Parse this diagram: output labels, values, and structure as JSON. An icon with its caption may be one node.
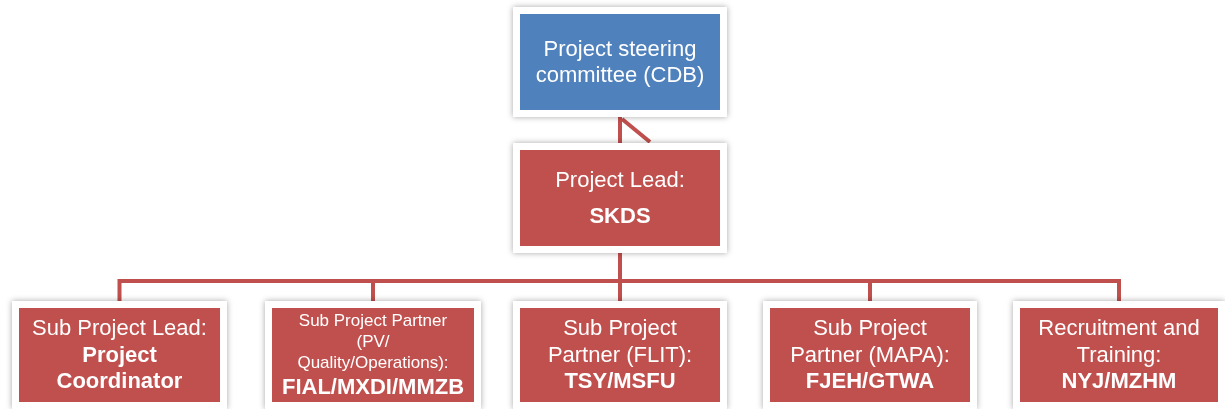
{
  "diagram": {
    "nodes": [
      {
        "text": [
          "Project steering committee (CDB)"
        ]
      },
      {
        "text": [
          "Project Lead:",
          "SKDS"
        ]
      },
      {
        "text": [
          "Sub Project Lead:",
          "Project Coordinator"
        ]
      },
      {
        "text": [
          "Sub Project Partner (PV/ Quality/Operations):",
          "FIAL/MXDI/MMZB"
        ]
      },
      {
        "text": [
          "Sub Project Partner (FLIT):",
          "TSY/MSFU"
        ]
      },
      {
        "text": [
          "Sub Project Partner (MAPA):",
          "FJEH/GTWA"
        ]
      },
      {
        "text": [
          "Recruitment and Training:",
          "NYJ/MZHM"
        ]
      }
    ],
    "edges": [
      {
        "from": 0,
        "to": 1,
        "arrow": "none"
      },
      {
        "from": 1,
        "to": 2,
        "arrow": "none"
      },
      {
        "from": 1,
        "to": 3,
        "arrow": "none"
      },
      {
        "from": 1,
        "to": 4,
        "arrow": "none"
      },
      {
        "from": 1,
        "to": 5,
        "arrow": "none"
      },
      {
        "from": 1,
        "to": 6,
        "arrow": "none"
      }
    ]
  }
}
